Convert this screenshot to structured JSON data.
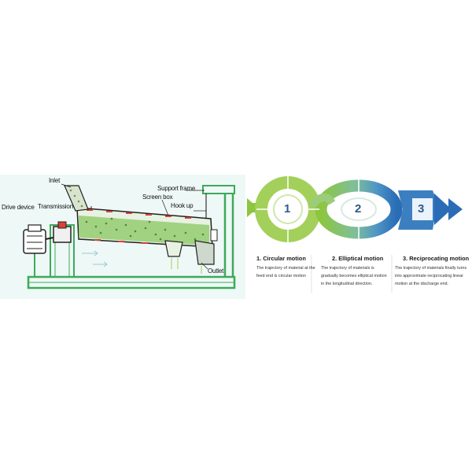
{
  "machine_diagram": {
    "labels": {
      "inlet": "Inlet",
      "drive_device": "Drive device",
      "transmission": "Transmission",
      "support_frame": "Support frame",
      "screen_box": "Screen box",
      "hook_up": "Hook up",
      "outlet": "Outlet"
    }
  },
  "motion_steps": [
    {
      "number": "1",
      "title": "1. Circular motion",
      "description": "The trajectory of material at the feed end is circular motion"
    },
    {
      "number": "2",
      "title": "2. Elliptical motion",
      "description": "The trajectory of materials is gradually becomes elliptical motion in the longitudinal direction."
    },
    {
      "number": "3",
      "title": "3. Reciprocating motion",
      "description": "The trajectory of materials finally turns into approximate reciprocating linear motion at the discharge end."
    }
  ],
  "colors": {
    "panel_background": "#eef8f6",
    "frame_green": "#3daa5a",
    "motion_green": "#8cc63f",
    "motion_blue": "#2a6db5"
  }
}
